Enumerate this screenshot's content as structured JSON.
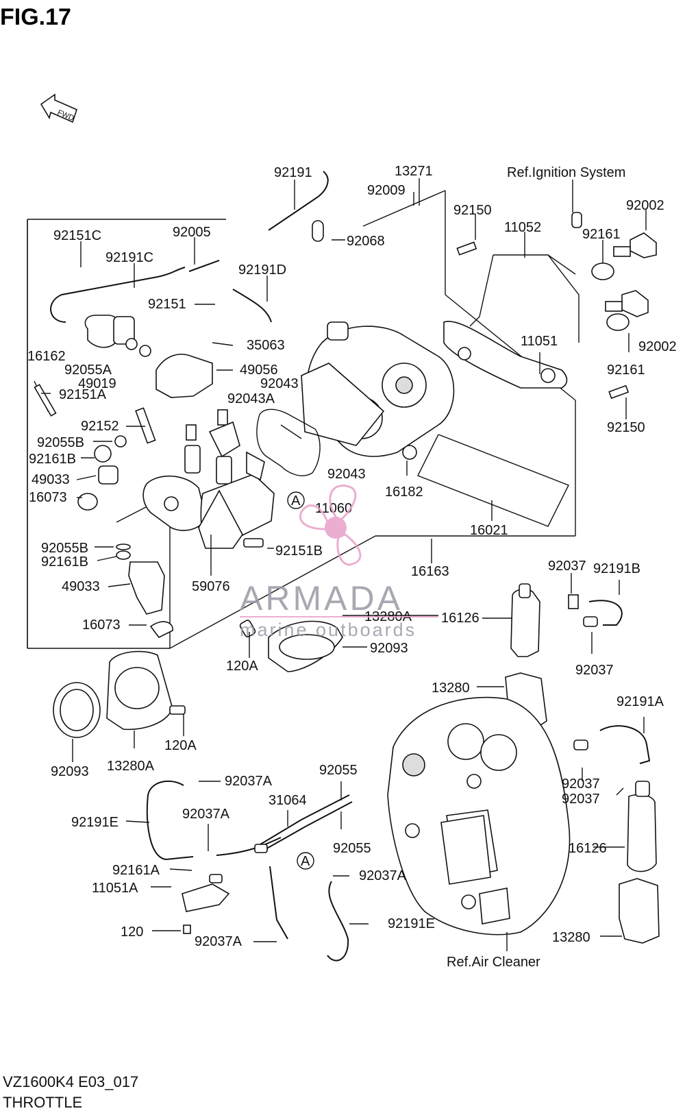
{
  "figure_title": "FIG.17",
  "fwd_label": "FWD",
  "footer": {
    "model_code": "VZ1600K4 E03_017",
    "section": "THROTTLE"
  },
  "watermark": {
    "brand": "ARMADA",
    "tagline": "marine outboards",
    "color": "#e8a0c8"
  },
  "circle_marker": "A",
  "references": {
    "ignition": "Ref.Ignition System",
    "air_cleaner": "Ref.Air Cleaner"
  },
  "callouts": [
    "92191",
    "13271",
    "92009",
    "92068",
    "92150",
    "11052",
    "92161",
    "92002",
    "92151C",
    "92005",
    "92191C",
    "92191D",
    "92151",
    "35063",
    "16162",
    "92055A",
    "49019",
    "49056",
    "92151A",
    "92043",
    "92043A",
    "92152",
    "92055B",
    "92161B",
    "49033",
    "16073",
    "11051",
    "92002",
    "92161",
    "92150",
    "92043",
    "16182",
    "11060",
    "16021",
    "92151B",
    "92055B",
    "92161B",
    "49033",
    "59076",
    "16073",
    "16163",
    "92037",
    "92191B",
    "16126",
    "13280A",
    "92093",
    "120A",
    "92037",
    "13280",
    "92191A",
    "92093",
    "13280A",
    "120A",
    "92055",
    "92037A",
    "31064",
    "92191E",
    "92037A",
    "92037",
    "92037",
    "92055",
    "16126",
    "92161A",
    "11051A",
    "92037A",
    "120",
    "92037A",
    "92191E",
    "13280"
  ]
}
